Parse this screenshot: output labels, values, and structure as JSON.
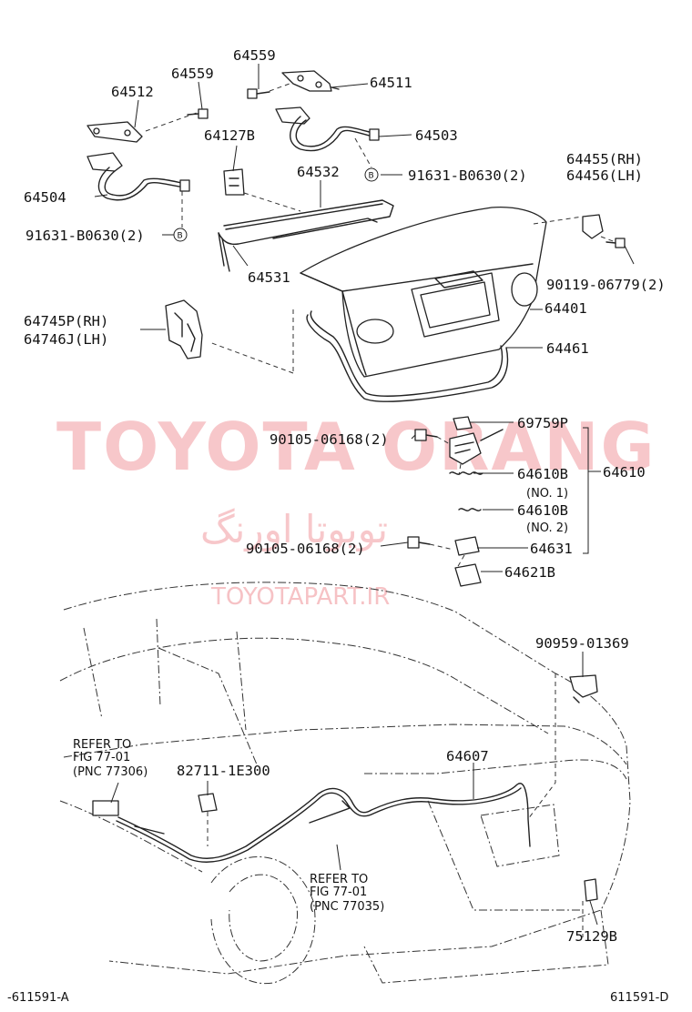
{
  "watermark": {
    "main": "TOYOTA ORANG",
    "persian": "تویوتا اورنگ",
    "url": "TOYOTAPART.IR"
  },
  "labels": {
    "p64559_a": "64559",
    "p64559_b": "64559",
    "p64512": "64512",
    "p64511": "64511",
    "p64127b": "64127B",
    "p64503": "64503",
    "p91631_a": "91631-B0630(2)",
    "p64532": "64532",
    "p64455": "64455(RH)",
    "p64456": "64456(LH)",
    "p64504": "64504",
    "p91631_b": "91631-B0630(2)",
    "p64531": "64531",
    "p90119": "90119-06779(2)",
    "p64401": "64401",
    "p64745p": "64745P(RH)",
    "p64746j": "64746J(LH)",
    "p64461": "64461",
    "p69759p": "69759P",
    "p90105_a": "90105-06168(2)",
    "p64610b_1": "64610B",
    "p64610b_1_sub": "(NO. 1)",
    "p64610": "64610",
    "p64610b_2": "64610B",
    "p64610b_2_sub": "(NO. 2)",
    "p90105_b": "90105-06168(2)",
    "p64631": "64631",
    "p64621b": "64621B",
    "p90959": "90959-01369",
    "refer1_a": "REFER TO",
    "refer1_b": "FIG 77-01",
    "refer1_c": "(PNC 77306)",
    "p64607": "64607",
    "p82711": "82711-1E300",
    "refer2_a": "REFER TO",
    "refer2_b": "FIG 77-01",
    "refer2_c": "(PNC 77035)",
    "p75129b": "75129B",
    "code_left": "-611591-A",
    "code_right": "611591-D",
    "bolt_mark": "B"
  }
}
